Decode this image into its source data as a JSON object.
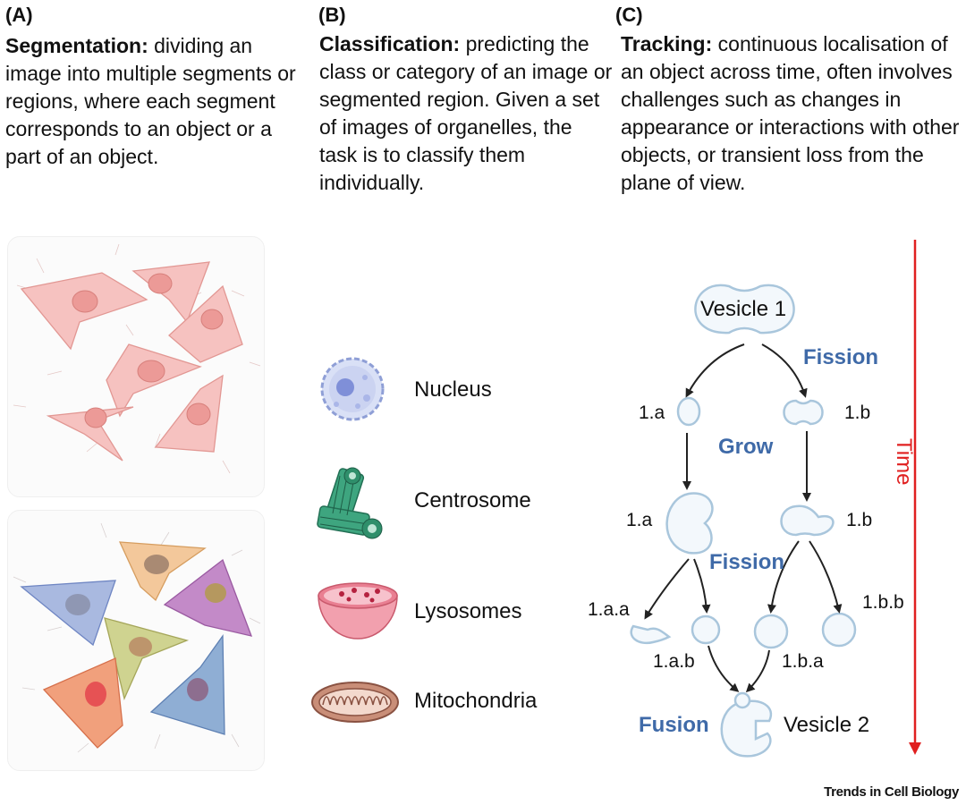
{
  "panels": {
    "a": {
      "letter": "(A)",
      "term": "Segmentation:",
      "desc": "dividing an image into multiple segments or regions, where each segment corresponds to an object or a part of an object."
    },
    "b": {
      "letter": "(B)",
      "term": "Classification:",
      "desc": "predicting the class or category of an image or segmented region. Given a set of images of organelles, the task is to classify them individually."
    },
    "c": {
      "letter": "(C)",
      "term": "Tracking:",
      "desc": "continuous localisation of an object across time, often involves challenges such as changes in appearance or interactions with other objects, or transient loss from the plane of view."
    }
  },
  "organelles": [
    {
      "label": "Nucleus",
      "icon": "nucleus-icon"
    },
    {
      "label": "Centrosome",
      "icon": "centrosome-icon"
    },
    {
      "label": "Lysosomes",
      "icon": "lysosome-icon"
    },
    {
      "label": "Mitochondria",
      "icon": "mitochondria-icon"
    }
  ],
  "tracking": {
    "vesicle1": "Vesicle 1",
    "vesicle2": "Vesicle 2",
    "fission": "Fission",
    "grow": "Grow",
    "fusion": "Fusion",
    "time": "Time",
    "labels": {
      "a1": "1.a",
      "b1": "1.b",
      "a2": "1.a",
      "b2": "1.b",
      "aa": "1.a.a",
      "ab": "1.a.b",
      "ba": "1.b.a",
      "bb": "1.b.b"
    }
  },
  "footer": "Trends in Cell Biology",
  "colors": {
    "process_text": "#3f6aa8",
    "time_arrow": "#e02020",
    "vesicle_fill": "#f3f8fc",
    "vesicle_stroke": "#a9c6dc",
    "cell_unsegmented": "#f2b5b3"
  }
}
